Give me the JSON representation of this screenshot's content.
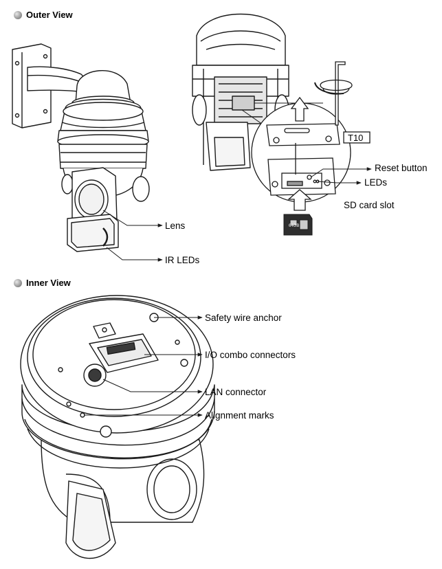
{
  "sections": {
    "outer_title": "Outer View",
    "inner_title": "Inner View"
  },
  "outer_labels": {
    "lens": "Lens",
    "ir_leds": "IR LEDs",
    "reset_button": "Reset button",
    "leds": "LEDs",
    "sd_card_slot": "SD card slot",
    "screwdriver": "T10",
    "sd_card_text": "64GB"
  },
  "inner_labels": {
    "safety_wire_anchor": "Safety wire anchor",
    "io_combo_connectors": "I/O combo connectors",
    "lan_connector": "LAN connector",
    "alignment_marks": "Alignment marks"
  },
  "colors": {
    "line": "#1a1a1a",
    "fill": "#ffffff",
    "shade": "#d9d9d9",
    "dark": "#3a3a3a"
  }
}
